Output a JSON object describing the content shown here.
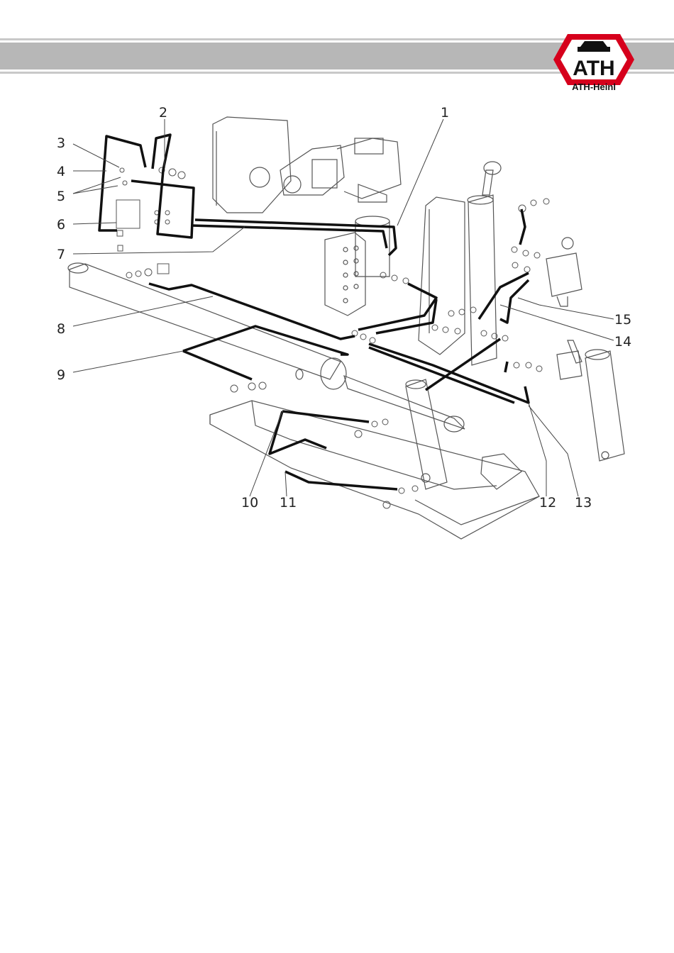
{
  "brand": {
    "logo_text": "ATH",
    "caption": "ATH-Heinl",
    "accent_color": "#d6001c"
  },
  "diagram": {
    "callouts": [
      "1",
      "2",
      "3",
      "4",
      "5",
      "6",
      "7",
      "8",
      "9",
      "10",
      "11",
      "12",
      "13",
      "14",
      "15"
    ]
  }
}
